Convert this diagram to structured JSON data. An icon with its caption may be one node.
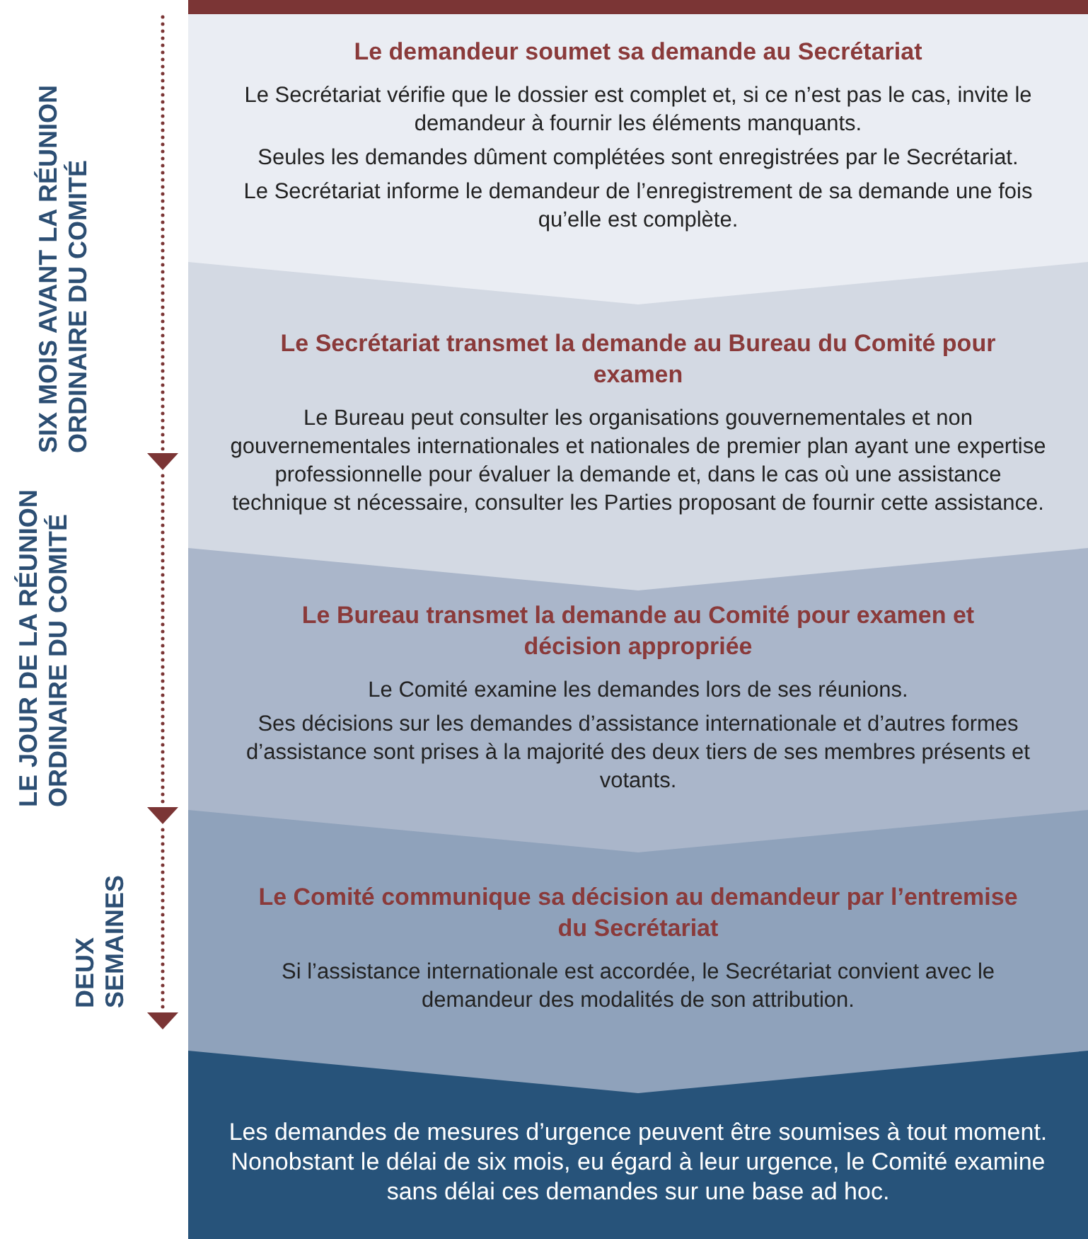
{
  "diagram": {
    "nodes": [
      {
        "text": [
          "Le demandeur soumet sa demande au Secrétariat",
          "Le Secrétariat vérifie que le dossier est complet et, si ce n’est pas le cas, invite le demandeur à fournir les éléments manquants.",
          "Seules les demandes dûment complétées sont enregistrées par le Secrétariat.",
          "Le Secrétariat informe le demandeur de l’enregistrement de sa demande une fois qu’elle est complète."
        ]
      },
      {
        "text": [
          "Le Secrétariat transmet la demande au Bureau du Comité pour examen",
          "Le Bureau peut consulter les organisations gouvernementales et non gouvernementales internationales et nationales de premier plan ayant une expertise professionnelle pour évaluer la demande et, dans le cas où une assistance technique st nécessaire, consulter les Parties proposant de fournir cette assistance."
        ]
      },
      {
        "text": [
          "Le Bureau transmet la demande au Comité pour examen et décision appropriée",
          "Le Comité examine les demandes lors de ses réunions.",
          "Ses décisions sur les demandes d’assistance internationale et d’autres formes d’assistance sont prises à la majorité des deux tiers de ses membres présents et votants."
        ]
      },
      {
        "text": [
          "Le Comité communique sa décision au demandeur par l’entremise du Secrétariat",
          "Si l’assistance internationale est accordée, le Secrétariat convient avec le demandeur des modalités de son attribution."
        ]
      },
      {
        "text": [
          "Les demandes de mesures d’urgence peuvent être soumises à tout moment. Nonobstant le délai de six mois, eu égard à leur urgence, le Comité examine sans délai ces demandes sur une base ad hoc."
        ]
      }
    ],
    "labels": [
      "SIX MOIS AVANT LA RÉUNION ORDINAIRE DU COMITÉ",
      "LE JOUR DE LA RÉUNION ORDINAIRE DU COMITÉ",
      "DEUX SEMAINES"
    ]
  }
}
